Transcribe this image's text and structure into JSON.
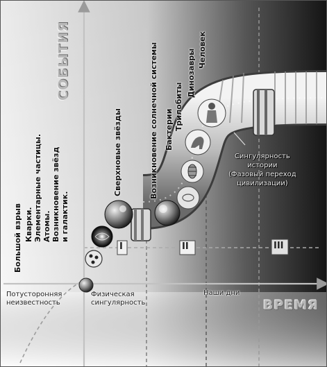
{
  "axes": {
    "events": "СОБЫТИЯ",
    "time": "ВРЕМЯ"
  },
  "bottom_labels": {
    "beyond_line1": "Потусторонняя",
    "beyond_line2": "неизвестность",
    "physical_line1": "Физическая",
    "physical_line2": "сингулярность",
    "today": "Наши дни"
  },
  "history_singularity": {
    "line1": "Сингулярность",
    "line2": "истории",
    "line3": "(Фазовый переход",
    "line4": "цивилизации)"
  },
  "roman_numerals": [
    "I",
    "II",
    "III"
  ],
  "events": {
    "big_bang": "Большой взрыв",
    "quarks_1": "Кварки.",
    "quarks_2": "Элементарные частицы.",
    "quarks_3": "Атомы.",
    "quarks_4": "Возникновение звёзд",
    "quarks_5": "и галактик.",
    "supernova": "Сверхновые звёзды",
    "solar_system": "Возникновение солнечной системы",
    "bacteria": "Бактерии",
    "trilobites": "Трилобиты",
    "dinosaurs": "Динозавры",
    "human": "Человек"
  },
  "colors": {
    "dark_bg": "#1c1c1c",
    "axis": "#bdbdbd",
    "text": "#111111",
    "tube": "#c8c8c8"
  }
}
